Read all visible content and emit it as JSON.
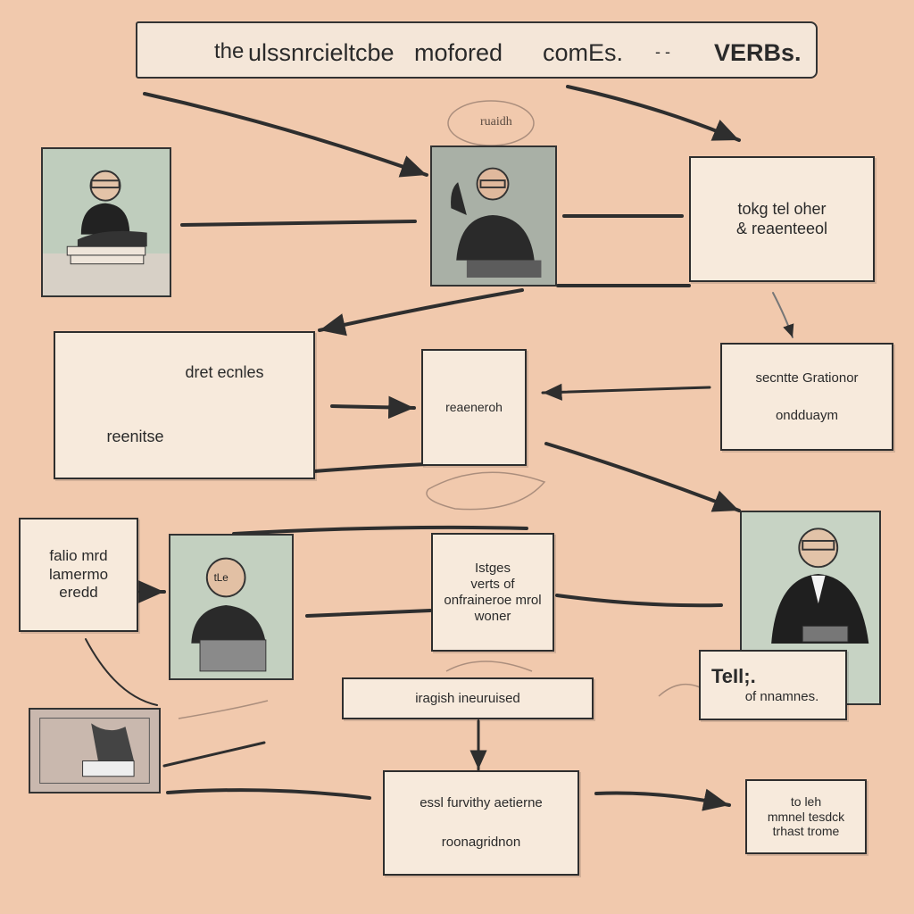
{
  "title": {
    "part1": "the",
    "part2": "ulssnrcieltcbe",
    "part3": "mofored",
    "part4": "comEs.",
    "part5": "- -",
    "part6": "VERBs."
  },
  "nodes": {
    "top_right": {
      "line1": "tokg tel oher",
      "line2": "& reaenteeol"
    },
    "left_mid": {
      "line1": "dret ecnles",
      "line2": "reenitse"
    },
    "center": {
      "line1": "reaeneroh"
    },
    "right_mid": {
      "line1": "secntte Grationor",
      "line2": "ondduaym"
    },
    "left_lower": {
      "line1": "falio mrd",
      "line2": "lamermo",
      "line3": "eredd"
    },
    "center_lower": {
      "line1": "Istges",
      "line2": "verts of",
      "line3": "onfraineroe mrol",
      "line4": "woner"
    },
    "bar": {
      "line1": "iragish ineuruised"
    },
    "bottom": {
      "line1": "essl furvithy aetierne",
      "line2": "roonagridnon"
    },
    "bottom_right": {
      "line1": "to leh",
      "line2": "mmnel tesdck",
      "line3": "trhast trome"
    },
    "caption": {
      "line1": "TeIl;.",
      "line2": "of nnamnes."
    }
  },
  "portrait_label": "tLe",
  "sketch_label": "ruaidh",
  "colors": {
    "background": "#f1c9ad",
    "box_fill": "#f7eadc",
    "portrait_fill": "#bfcdbd",
    "ink": "#2e2e2e"
  }
}
